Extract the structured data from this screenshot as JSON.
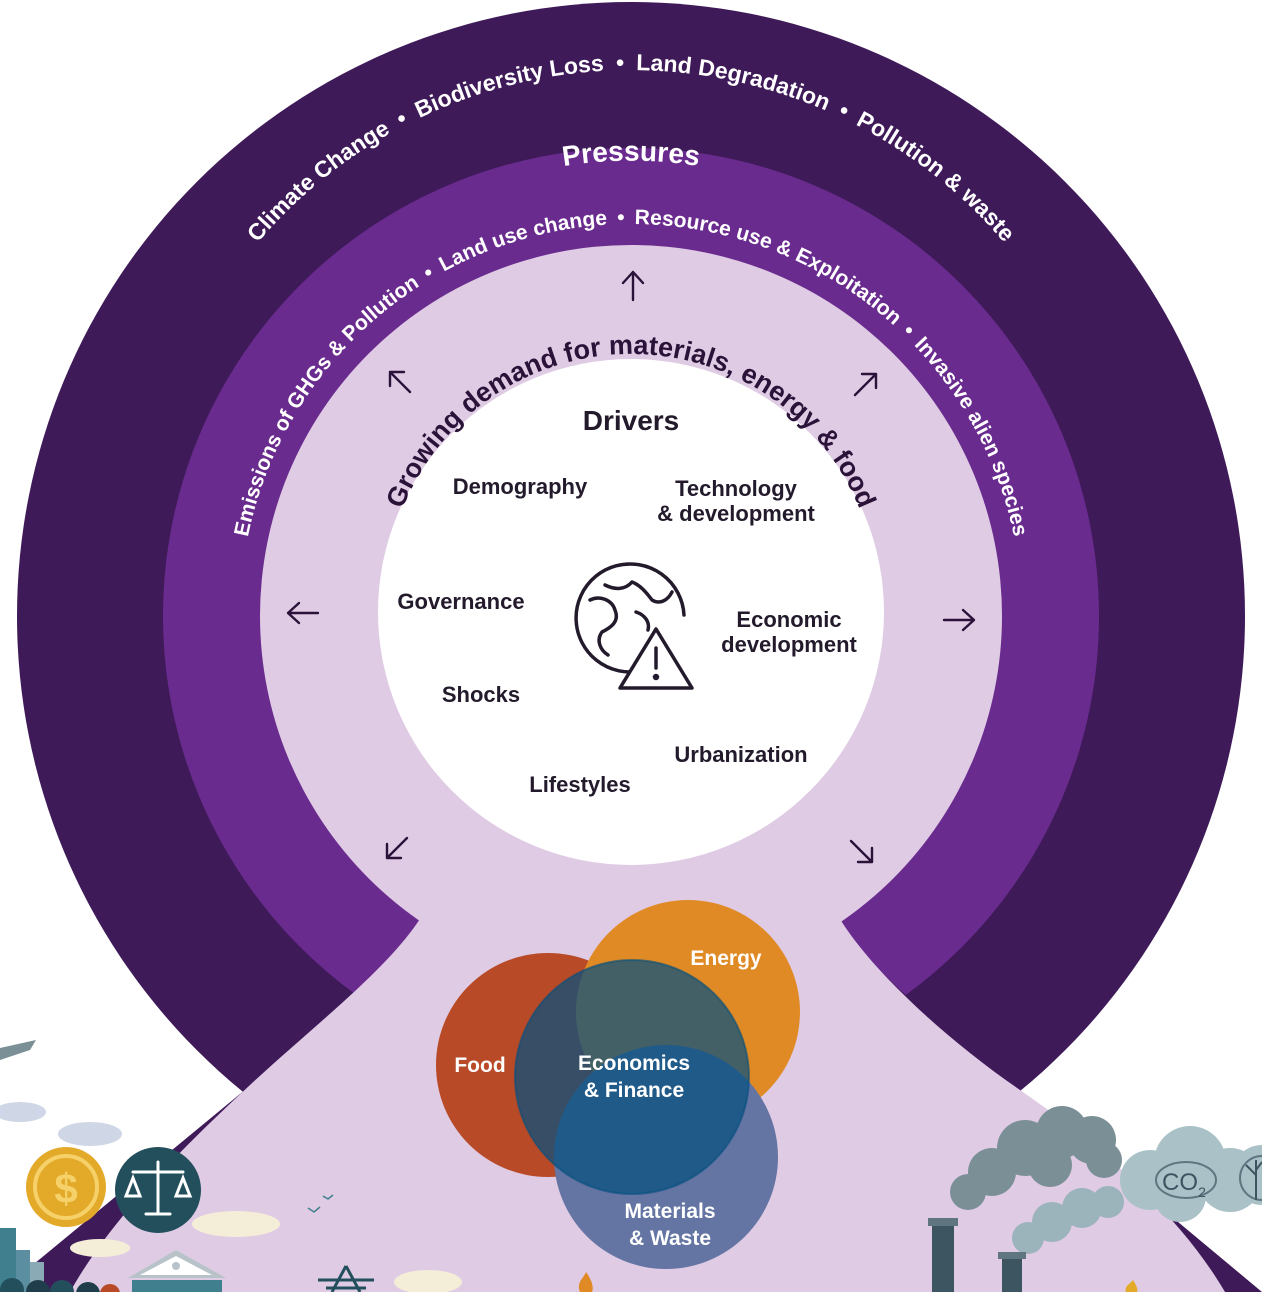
{
  "crises": {
    "title": "Global Environmental Crises",
    "items": [
      "Climate Change",
      "Biodiversity Loss",
      "Land Degradation",
      "Pollution & waste"
    ]
  },
  "pressures": {
    "title": "Pressures",
    "items": [
      "Emissions of GHGs & Pollution",
      "Land use change",
      "Resource use & Exploitation",
      "Invasive alien species"
    ]
  },
  "demand": {
    "text": "Growing demand for materials, energy & food"
  },
  "drivers": {
    "title": "Drivers",
    "items": [
      "Demography",
      "Technology",
      "& development",
      "Governance",
      "Economic",
      "development",
      "Shocks",
      "Urbanization",
      "Lifestyles"
    ],
    "center_icon": "globe-warning-icon"
  },
  "venn": {
    "food": "Food",
    "energy": "Energy",
    "economics_line1": "Economics",
    "economics_line2": "& Finance",
    "materials_line1": "Materials",
    "materials_line2": "& Waste"
  },
  "scenery": {
    "icons": [
      "dollar-coin-icon",
      "justice-scale-icon",
      "bank-building-icon",
      "co2-cloud-icon",
      "factory-smoke-icon",
      "power-pylon-icon",
      "airplane-icon",
      "birds-icon",
      "city-skyline-icon"
    ],
    "co2_label": "CO",
    "co2_subscript": "2",
    "dollar_symbol": "$"
  },
  "colors": {
    "crises_ring": "#3f1a59",
    "pressures_ring": "#6a2b8f",
    "demand_area": "#dfcbe4",
    "drivers_core": "#ffffff",
    "food": "#b84a27",
    "energy": "#e08a25",
    "economics": "#05507f",
    "materials": "#6474a3",
    "coin": "#e3aa2a",
    "scale_badge": "#234f5c"
  }
}
